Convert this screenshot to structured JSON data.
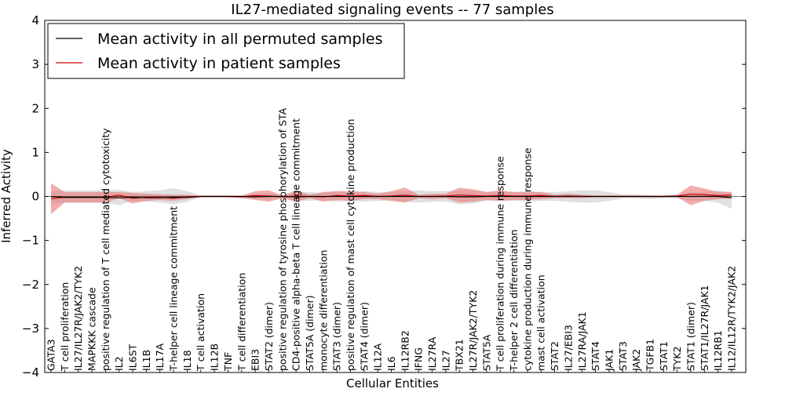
{
  "chart_data": {
    "type": "line",
    "title": "IL27-mediated signaling events -- 77 samples",
    "xlabel": "Cellular Entities",
    "ylabel": "Inferred Activity",
    "ylim": [
      -4,
      4
    ],
    "yticks": [
      -4,
      -3,
      -2,
      -1,
      0,
      1,
      2,
      3,
      4
    ],
    "ytick_labels": [
      "−4",
      "−3",
      "−2",
      "−1",
      "0",
      "1",
      "2",
      "3",
      "4"
    ],
    "grid": false,
    "legend_position": "top-left",
    "categories": [
      "GATA3",
      "T cell proliferation",
      "IL27/IL27R/JAK2/TYK2",
      "MAPKKK cascade",
      "positive regulation of T cell mediated cytotoxicity",
      "IL2",
      "IL6ST",
      "IL1B",
      "IL17A",
      "T-helper cell lineage commitment",
      "IL18",
      "T cell activation",
      "IL12B",
      "TNF",
      "T cell differentiation",
      "EBI3",
      "STAT2 (dimer)",
      "positive regulation of tyrosine phosphorylation of STA",
      "CD4-positive alpha-beta T cell lineage commitment",
      "STAT5A (dimer)",
      "monocyte differentiation",
      "STAT3 (dimer)",
      "positive regulation of mast cell cytokine production",
      "STAT4 (dimer)",
      "IL12A",
      "IL6",
      "IL12RB2",
      "IFNG",
      "IL27RA",
      "IL27",
      "TBX21",
      "IL27R/JAK2/TYK2",
      "STAT5A",
      "T cell proliferation during immune response",
      "T-helper 2 cell differentiation",
      "cytokine production during immune response",
      "mast cell activation",
      "STAT2",
      "IL27/EBI3",
      "IL27RA/JAK1",
      "STAT4",
      "JAK1",
      "STAT3",
      "JAK2",
      "TGFB1",
      "STAT1",
      "TYK2",
      "STAT1 (dimer)",
      "STAT1/IL27R/JAK1",
      "IL12RB1",
      "IL12/IL12R/TYK2/JAK2"
    ],
    "series": [
      {
        "name": "Mean activity in all permuted samples",
        "color": "#000000",
        "band_color": "#bbbbbb",
        "mean": [
          0.0,
          -0.02,
          -0.02,
          -0.02,
          -0.02,
          -0.03,
          -0.02,
          -0.03,
          -0.03,
          -0.02,
          -0.02,
          0.0,
          0.0,
          0.0,
          0.0,
          -0.01,
          0.0,
          0.0,
          -0.01,
          0.0,
          0.0,
          0.0,
          0.0,
          0.0,
          0.0,
          0.0,
          0.0,
          0.0,
          0.0,
          0.0,
          -0.01,
          -0.01,
          0.0,
          0.0,
          0.0,
          0.0,
          0.0,
          0.0,
          0.0,
          0.0,
          0.0,
          0.0,
          0.0,
          0.0,
          0.0,
          0.0,
          0.0,
          0.0,
          0.0,
          0.0,
          -0.03
        ],
        "upper": [
          0.1,
          0.14,
          0.14,
          0.14,
          0.15,
          0.15,
          0.1,
          0.12,
          0.14,
          0.19,
          0.12,
          0.02,
          0.02,
          0.02,
          0.02,
          0.06,
          0.08,
          0.02,
          0.1,
          0.1,
          0.08,
          0.12,
          0.1,
          0.12,
          0.1,
          0.1,
          0.12,
          0.14,
          0.12,
          0.12,
          0.14,
          0.14,
          0.1,
          0.1,
          0.1,
          0.12,
          0.1,
          0.1,
          0.12,
          0.14,
          0.14,
          0.1,
          0.04,
          0.04,
          0.02,
          0.02,
          0.02,
          0.1,
          0.1,
          0.14,
          0.1
        ],
        "lower": [
          -0.15,
          -0.14,
          -0.14,
          -0.14,
          -0.15,
          -0.2,
          -0.1,
          -0.12,
          -0.14,
          -0.18,
          -0.12,
          -0.02,
          -0.02,
          -0.02,
          -0.02,
          -0.06,
          -0.08,
          -0.02,
          -0.1,
          -0.1,
          -0.08,
          -0.12,
          -0.1,
          -0.12,
          -0.1,
          -0.1,
          -0.12,
          -0.14,
          -0.12,
          -0.12,
          -0.18,
          -0.16,
          -0.1,
          -0.1,
          -0.1,
          -0.12,
          -0.1,
          -0.1,
          -0.12,
          -0.14,
          -0.14,
          -0.1,
          -0.04,
          -0.04,
          -0.06,
          -0.04,
          -0.04,
          -0.1,
          -0.1,
          -0.14,
          -0.28
        ]
      },
      {
        "name": "Mean activity in patient samples",
        "color": "#cc0000",
        "band_color": "#e87777",
        "mean": [
          -0.05,
          -0.02,
          -0.02,
          -0.02,
          -0.02,
          0.03,
          -0.04,
          -0.02,
          -0.02,
          -0.04,
          -0.01,
          0.0,
          0.0,
          0.0,
          -0.01,
          0.02,
          0.01,
          -0.01,
          0.01,
          0.0,
          -0.01,
          0.02,
          0.01,
          0.02,
          0.0,
          0.01,
          0.03,
          0.0,
          0.0,
          0.01,
          0.03,
          0.02,
          0.01,
          0.02,
          0.01,
          0.01,
          0.02,
          0.0,
          0.01,
          0.0,
          0.0,
          0.0,
          0.0,
          0.0,
          0.0,
          0.0,
          0.01,
          0.05,
          0.04,
          0.02,
          0.03
        ],
        "upper": [
          0.3,
          0.1,
          0.1,
          0.1,
          0.1,
          0.1,
          0.08,
          0.06,
          0.05,
          0.04,
          0.04,
          0.02,
          0.02,
          0.02,
          0.02,
          0.12,
          0.14,
          0.02,
          0.14,
          0.04,
          0.1,
          0.12,
          0.12,
          0.1,
          0.06,
          0.12,
          0.2,
          0.04,
          0.06,
          0.06,
          0.2,
          0.16,
          0.1,
          0.14,
          0.1,
          0.1,
          0.1,
          0.04,
          0.06,
          0.04,
          0.02,
          0.02,
          0.02,
          0.02,
          0.02,
          0.02,
          0.04,
          0.25,
          0.18,
          0.1,
          0.1
        ],
        "lower": [
          -0.4,
          -0.14,
          -0.14,
          -0.14,
          -0.14,
          -0.04,
          -0.16,
          -0.1,
          -0.08,
          -0.1,
          -0.06,
          -0.02,
          -0.02,
          -0.02,
          -0.04,
          -0.08,
          -0.12,
          -0.04,
          -0.12,
          -0.04,
          -0.12,
          -0.08,
          -0.1,
          -0.06,
          -0.06,
          -0.1,
          -0.14,
          -0.04,
          -0.06,
          -0.04,
          -0.14,
          -0.12,
          -0.08,
          -0.1,
          -0.08,
          -0.08,
          -0.06,
          -0.04,
          -0.04,
          -0.04,
          -0.02,
          -0.02,
          -0.02,
          -0.02,
          -0.02,
          -0.02,
          -0.02,
          -0.2,
          -0.1,
          -0.06,
          -0.04
        ]
      }
    ]
  }
}
